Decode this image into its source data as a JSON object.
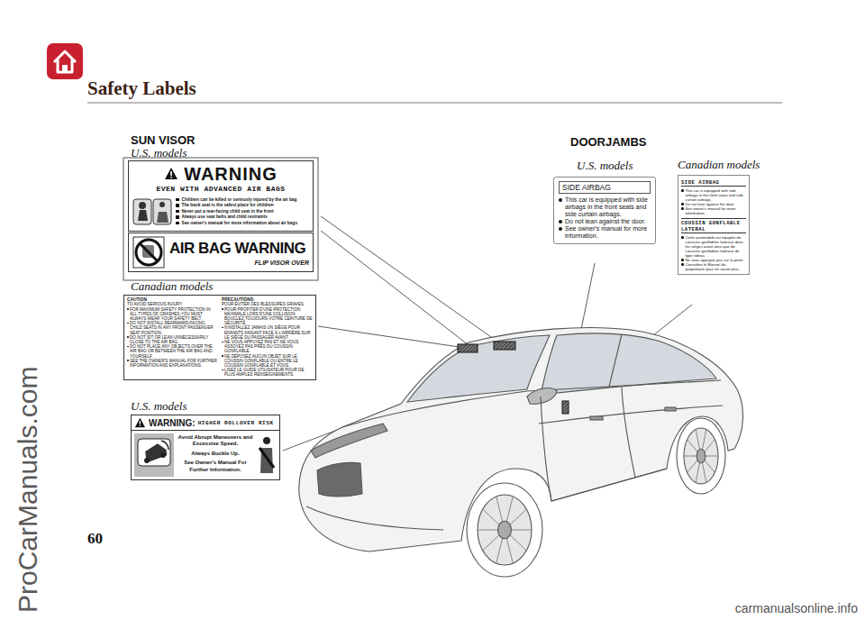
{
  "diagram": {
    "title": "Safety Labels",
    "nodes": [
      {
        "text": [
          "WARNING",
          "EVEN WITH ADVANCED AIR BAGS",
          "Children can be killed or seriously injured by the air bag",
          "The back seat is the safest place for children",
          "Never put a rear-facing child seat in the front",
          "Always use seat belts and child restraints",
          "See owner's manual for more information about air bags"
        ]
      },
      {
        "text": [
          "AIR BAG WARNING",
          "FLIP VISOR OVER"
        ]
      },
      {
        "text": [
          "CAUTION",
          "TO AVOID SERIOUS INJURY:",
          "FOR MAXIMUM SAFETY PROTECTION IN ALL TYPES OF CRASHES,YOU MUST ALWAYS WEAR YOUR SAFETY BELT.",
          "DO NOT INSTALL REARWARD-FACING CHILD SEATS IN ANY FRONT PASSENGER SEAT POSITION.",
          "DO NOT SIT OR LEAN UNNECESSARILY CLOSE TO THE AIR BAG.",
          "DO NOT PLACE ANY OBJECTS OVER THE AIR BAG OR BETWEEN THE AIR BAG AND YOURSELF.",
          "SEE THE OWNER'S MANUAL FOR FURTHER INFORMATION AND EXPLANATIONS.",
          "PRECAUTIONS:",
          "POUR ÉVITER DES BLESSURES GRAVES:",
          "POUR PROFITER D'UNE PROTECTION MAXIMALE LORS D'UNE COLLISION BOUCLEZ TOUJOURS VOTRE CEINTURE DE SÉCURITÉ.",
          "N'INSTALLEZ JAMAIS UN SIÈGE POUR ENFANTS FAISANT FACE À L'ARRIÈRE SUR LE SIÈGE DU PASSAGER AVANT.",
          "NE VOUS APPUYEZ PAS ET NE VOUS ASSOYEZ PAS PRÈS DU COUSSIN GONFLABLE.",
          "NE DÉPOSEZ AUCUN OBJET SUR LE COUSSIN GONFLABLE OU ENTRE LE COUSSIN GONFLABLE ET VOUS.",
          "LISEZ LE GUIDE UTILISATEUR POUR DE PLUS AMPLES RENSEIGNEMENTS."
        ]
      },
      {
        "text": [
          "WARNING:",
          "HIGHER ROLLOVER RISK",
          "Avoid Abrupt Maneuvers and Excessive Speed.",
          "Always Buckle Up.",
          "See Owner's Manual For Further Information."
        ]
      },
      {
        "text": [
          "SIDE AIRBAG",
          "This car is equipped with side airbags in the front seats and side curtain airbags.",
          "Do not lean against the door.",
          "See owner's manual for more information."
        ]
      },
      {
        "text": [
          "SIDE AIRBAG",
          "This car is equipped with side airbags in the front seats and side curtain airbags.",
          "Do not lean against the door.",
          "See owner's manual for more information.",
          "COUSSIN GONFLABLE LATERAL",
          "Cette automobile est équipée de coussins gonflables latéraux dans les sièges avant ainsi que de coussins gonflables latéraux de type rideau.",
          "Ne vous appuyez pas sur la porte.",
          "Consultez le Manuel du propriétaire pour en savoir plus."
        ]
      }
    ],
    "labels": [
      "SUN VISOR",
      "U.S. models",
      "Canadian models",
      "U.S. models",
      "DOORJAMBS",
      "U.S. models",
      "Canadian models",
      "60",
      "ProCarManuals.com",
      "carmanualsonline.info"
    ]
  }
}
